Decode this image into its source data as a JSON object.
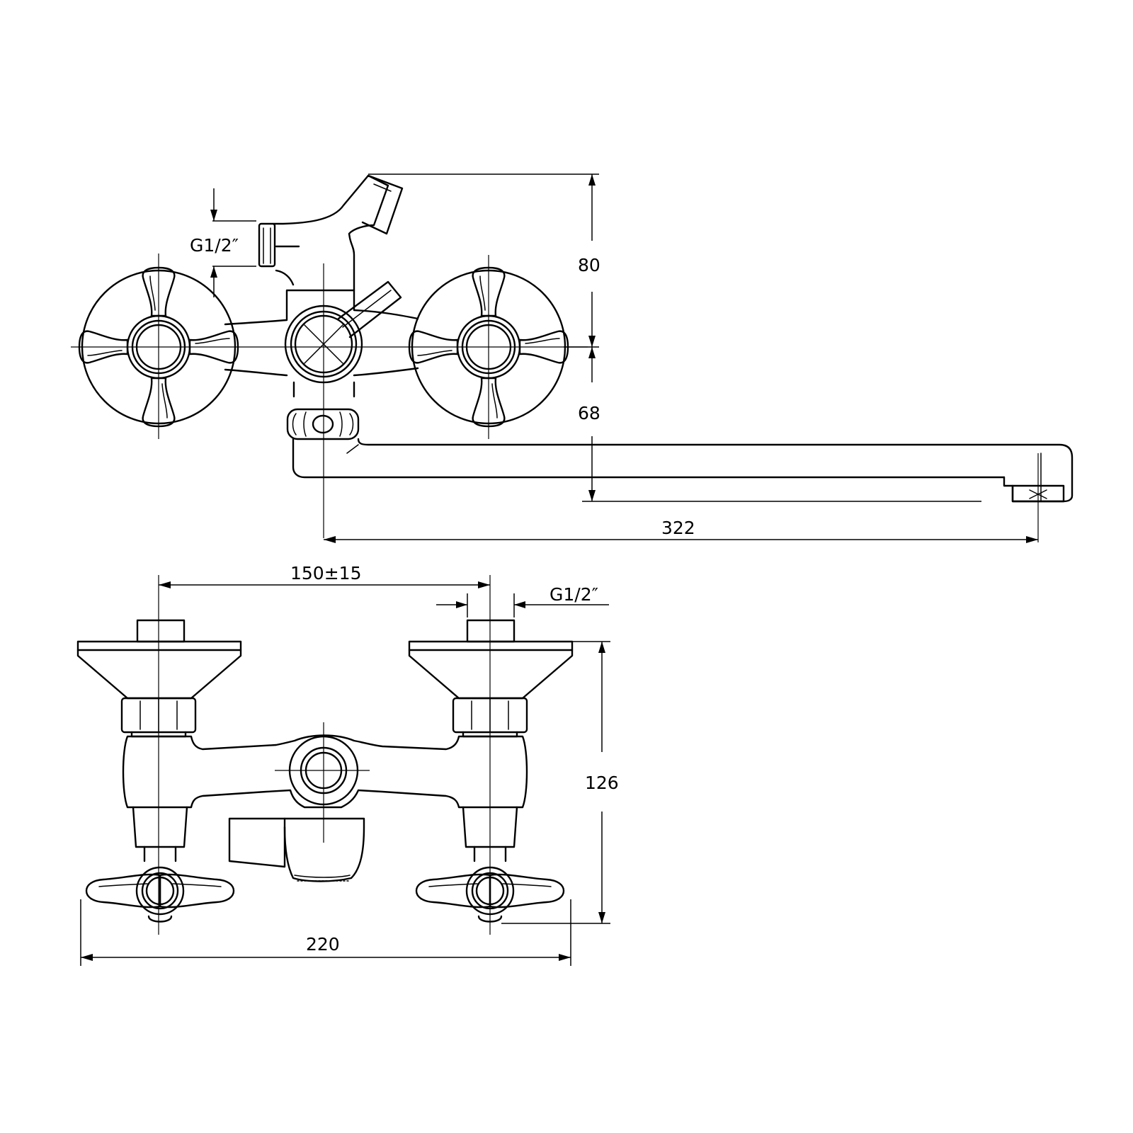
{
  "dimensions": {
    "thread_top": "G1/2″",
    "height_top": "80",
    "spout_height": "68",
    "spout_length": "322",
    "center_distance": "150±15",
    "thread_bottom": "G1/2″",
    "body_depth": "126",
    "overall_width": "220"
  }
}
